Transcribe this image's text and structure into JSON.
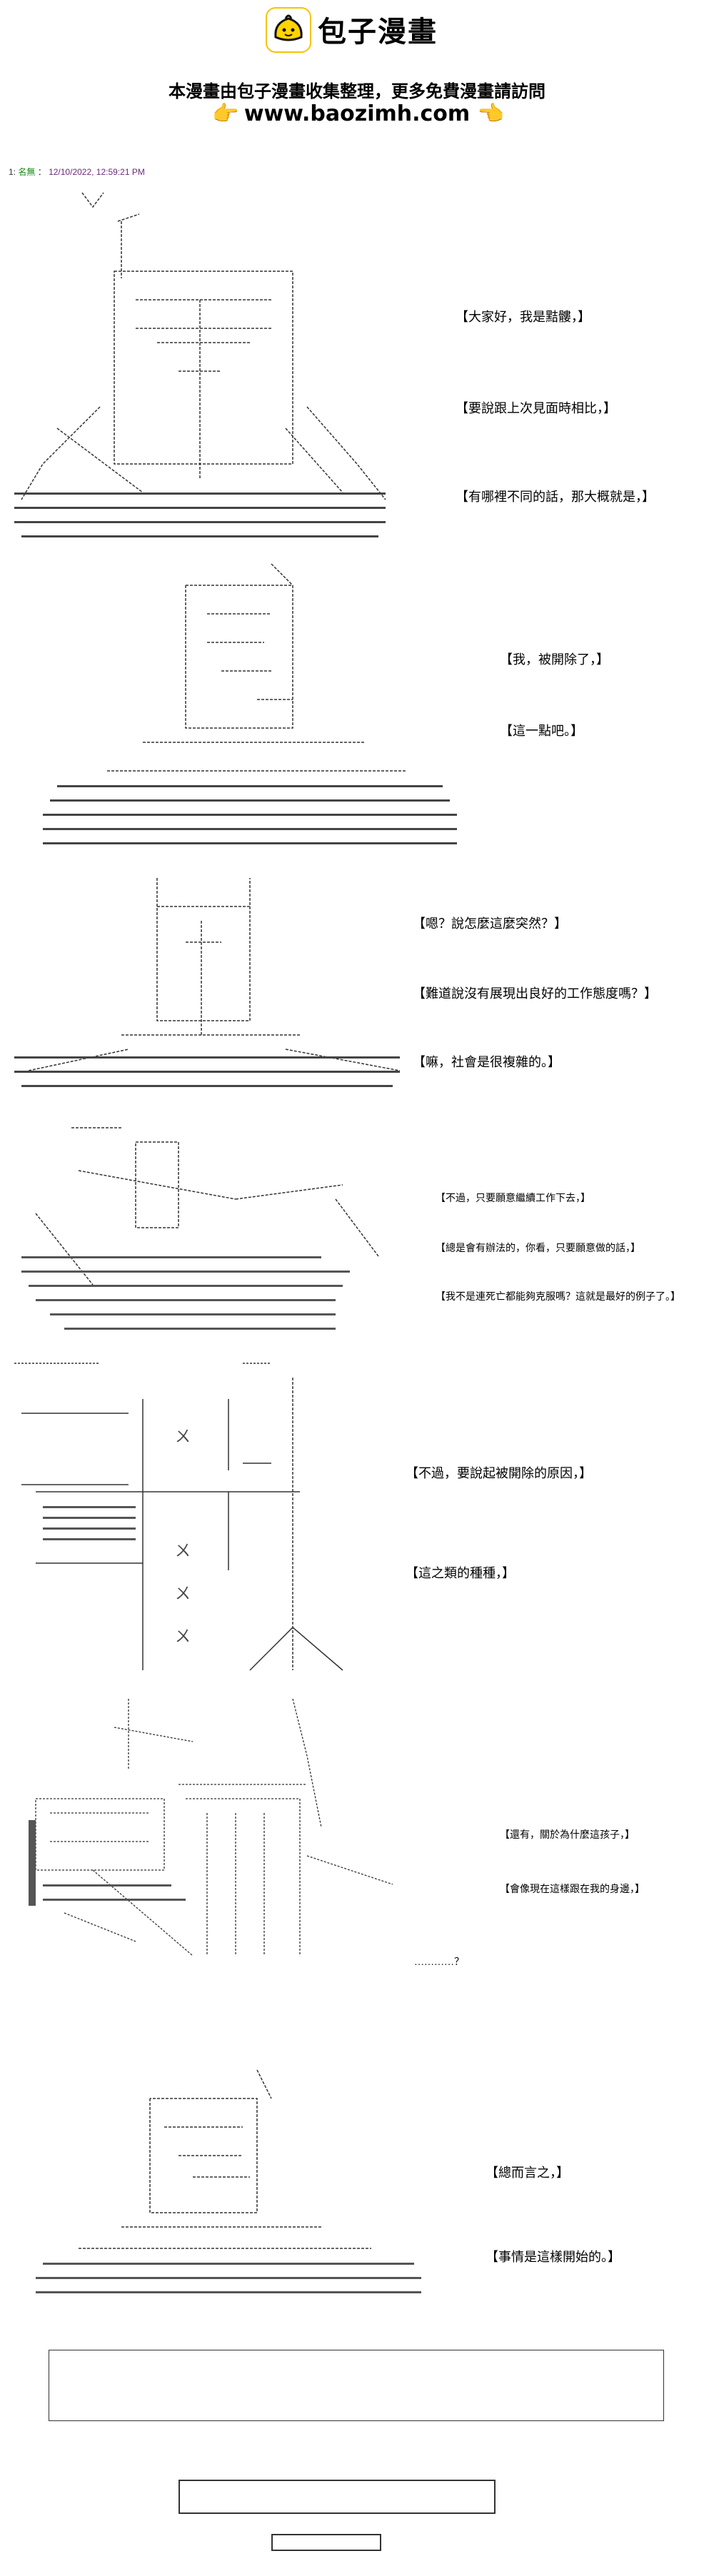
{
  "site": {
    "name": "包子漫畫",
    "promo_line": "本漫畫由包子漫畫收集整理，更多免費漫畫請訪問",
    "url": "www.baozimh.com",
    "hand_left": "👉",
    "hand_right": "👈"
  },
  "post_meta": {
    "index": "1:",
    "author": "名無",
    "timestamp": "12/10/2022, 12:59:21 PM"
  },
  "panels": [
    {
      "lines": [
        "【大家好，我是黠髏，】",
        "【要說跟上次見面時相比，】",
        "【有哪裡不同的話，那大概就是，】"
      ]
    },
    {
      "lines": [
        "【我，被開除了，】",
        "【這一點吧。】"
      ]
    },
    {
      "lines": [
        "【嗯？說怎麼這麼突然？】",
        "【難道說沒有展現出良好的工作態度嗎？】",
        "【嘛，社會是很複雜的。】"
      ]
    },
    {
      "lines": [
        "【不過，只要願意繼續工作下去，】",
        "【總是會有辦法的，你看，只要願意做的話，】",
        "【我不是連死亡都能夠克服嗎？這就是最好的例子了。】"
      ]
    },
    {
      "lines": [
        "【不過，要說起被開除的原因，】",
        "【這之類的種種，】"
      ]
    },
    {
      "lines": [
        "【還有，關於為什麼這孩子，】",
        "【會像現在這樣跟在我的身邊，】",
        "…………？"
      ]
    },
    {
      "lines": [
        "【總而言之，】",
        "【事情是這樣開始的。】"
      ]
    }
  ],
  "icons": {
    "logo": "baozi-logo-icon"
  }
}
